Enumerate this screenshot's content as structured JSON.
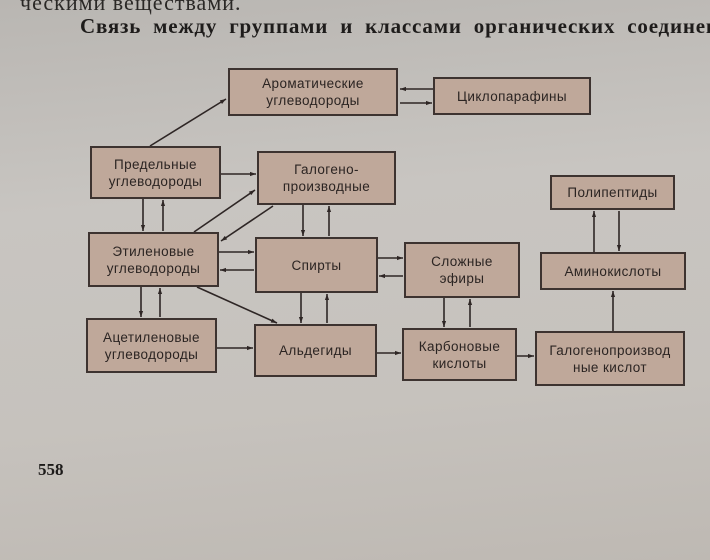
{
  "page": {
    "previous_text_fragment": "ческими веществами.",
    "heading": "Связь между группами и классами органических соединени",
    "page_number": "558"
  },
  "colors": {
    "box_fill": "#bfa89a",
    "box_border": "#3d3330",
    "paper": "#c6c2bd",
    "ink": "#2b2422"
  },
  "nodes": [
    {
      "id": "aromatic",
      "label": "Ароматические\nуглеводороды"
    },
    {
      "id": "cycloparaffins",
      "label": "Циклопарафины"
    },
    {
      "id": "saturated",
      "label": "Предельные\nуглеводороды"
    },
    {
      "id": "halogen",
      "label": "Галогено-\nпроизводные"
    },
    {
      "id": "polypeptides",
      "label": "Полипептиды"
    },
    {
      "id": "ethylene",
      "label": "Этиленовые\nуглеводороды"
    },
    {
      "id": "alcohols",
      "label": "Спирты"
    },
    {
      "id": "esters",
      "label": "Сложные\nэфиры"
    },
    {
      "id": "aminoacids",
      "label": "Аминокислоты"
    },
    {
      "id": "acetylene",
      "label": "Ацетиленовые\nуглеводороды"
    },
    {
      "id": "aldehydes",
      "label": "Альдегиды"
    },
    {
      "id": "carboxylic",
      "label": "Карбоновые\nкислоты"
    },
    {
      "id": "haloacids",
      "label": "Галогенопроизвод\nные      кислот"
    }
  ],
  "edges": [
    {
      "from": "saturated",
      "to": "aromatic"
    },
    {
      "from": "cycloparaffins",
      "to": "aromatic"
    },
    {
      "from": "aromatic",
      "to": "cycloparaffins"
    },
    {
      "from": "saturated",
      "to": "halogen"
    },
    {
      "from": "saturated",
      "to": "ethylene"
    },
    {
      "from": "ethylene",
      "to": "saturated"
    },
    {
      "from": "ethylene",
      "to": "halogen"
    },
    {
      "from": "halogen",
      "to": "ethylene"
    },
    {
      "from": "halogen",
      "to": "alcohols"
    },
    {
      "from": "alcohols",
      "to": "halogen"
    },
    {
      "from": "ethylene",
      "to": "alcohols"
    },
    {
      "from": "alcohols",
      "to": "ethylene"
    },
    {
      "from": "alcohols",
      "to": "esters"
    },
    {
      "from": "esters",
      "to": "alcohols"
    },
    {
      "from": "ethylene",
      "to": "acetylene"
    },
    {
      "from": "acetylene",
      "to": "ethylene"
    },
    {
      "from": "ethylene",
      "to": "aldehydes"
    },
    {
      "from": "alcohols",
      "to": "aldehydes"
    },
    {
      "from": "aldehydes",
      "to": "alcohols"
    },
    {
      "from": "acetylene",
      "to": "aldehydes"
    },
    {
      "from": "aldehydes",
      "to": "carboxylic"
    },
    {
      "from": "esters",
      "to": "carboxylic"
    },
    {
      "from": "carboxylic",
      "to": "esters"
    },
    {
      "from": "carboxylic",
      "to": "haloacids"
    },
    {
      "from": "haloacids",
      "to": "aminoacids"
    },
    {
      "from": "aminoacids",
      "to": "polypeptides"
    },
    {
      "from": "polypeptides",
      "to": "aminoacids"
    }
  ]
}
